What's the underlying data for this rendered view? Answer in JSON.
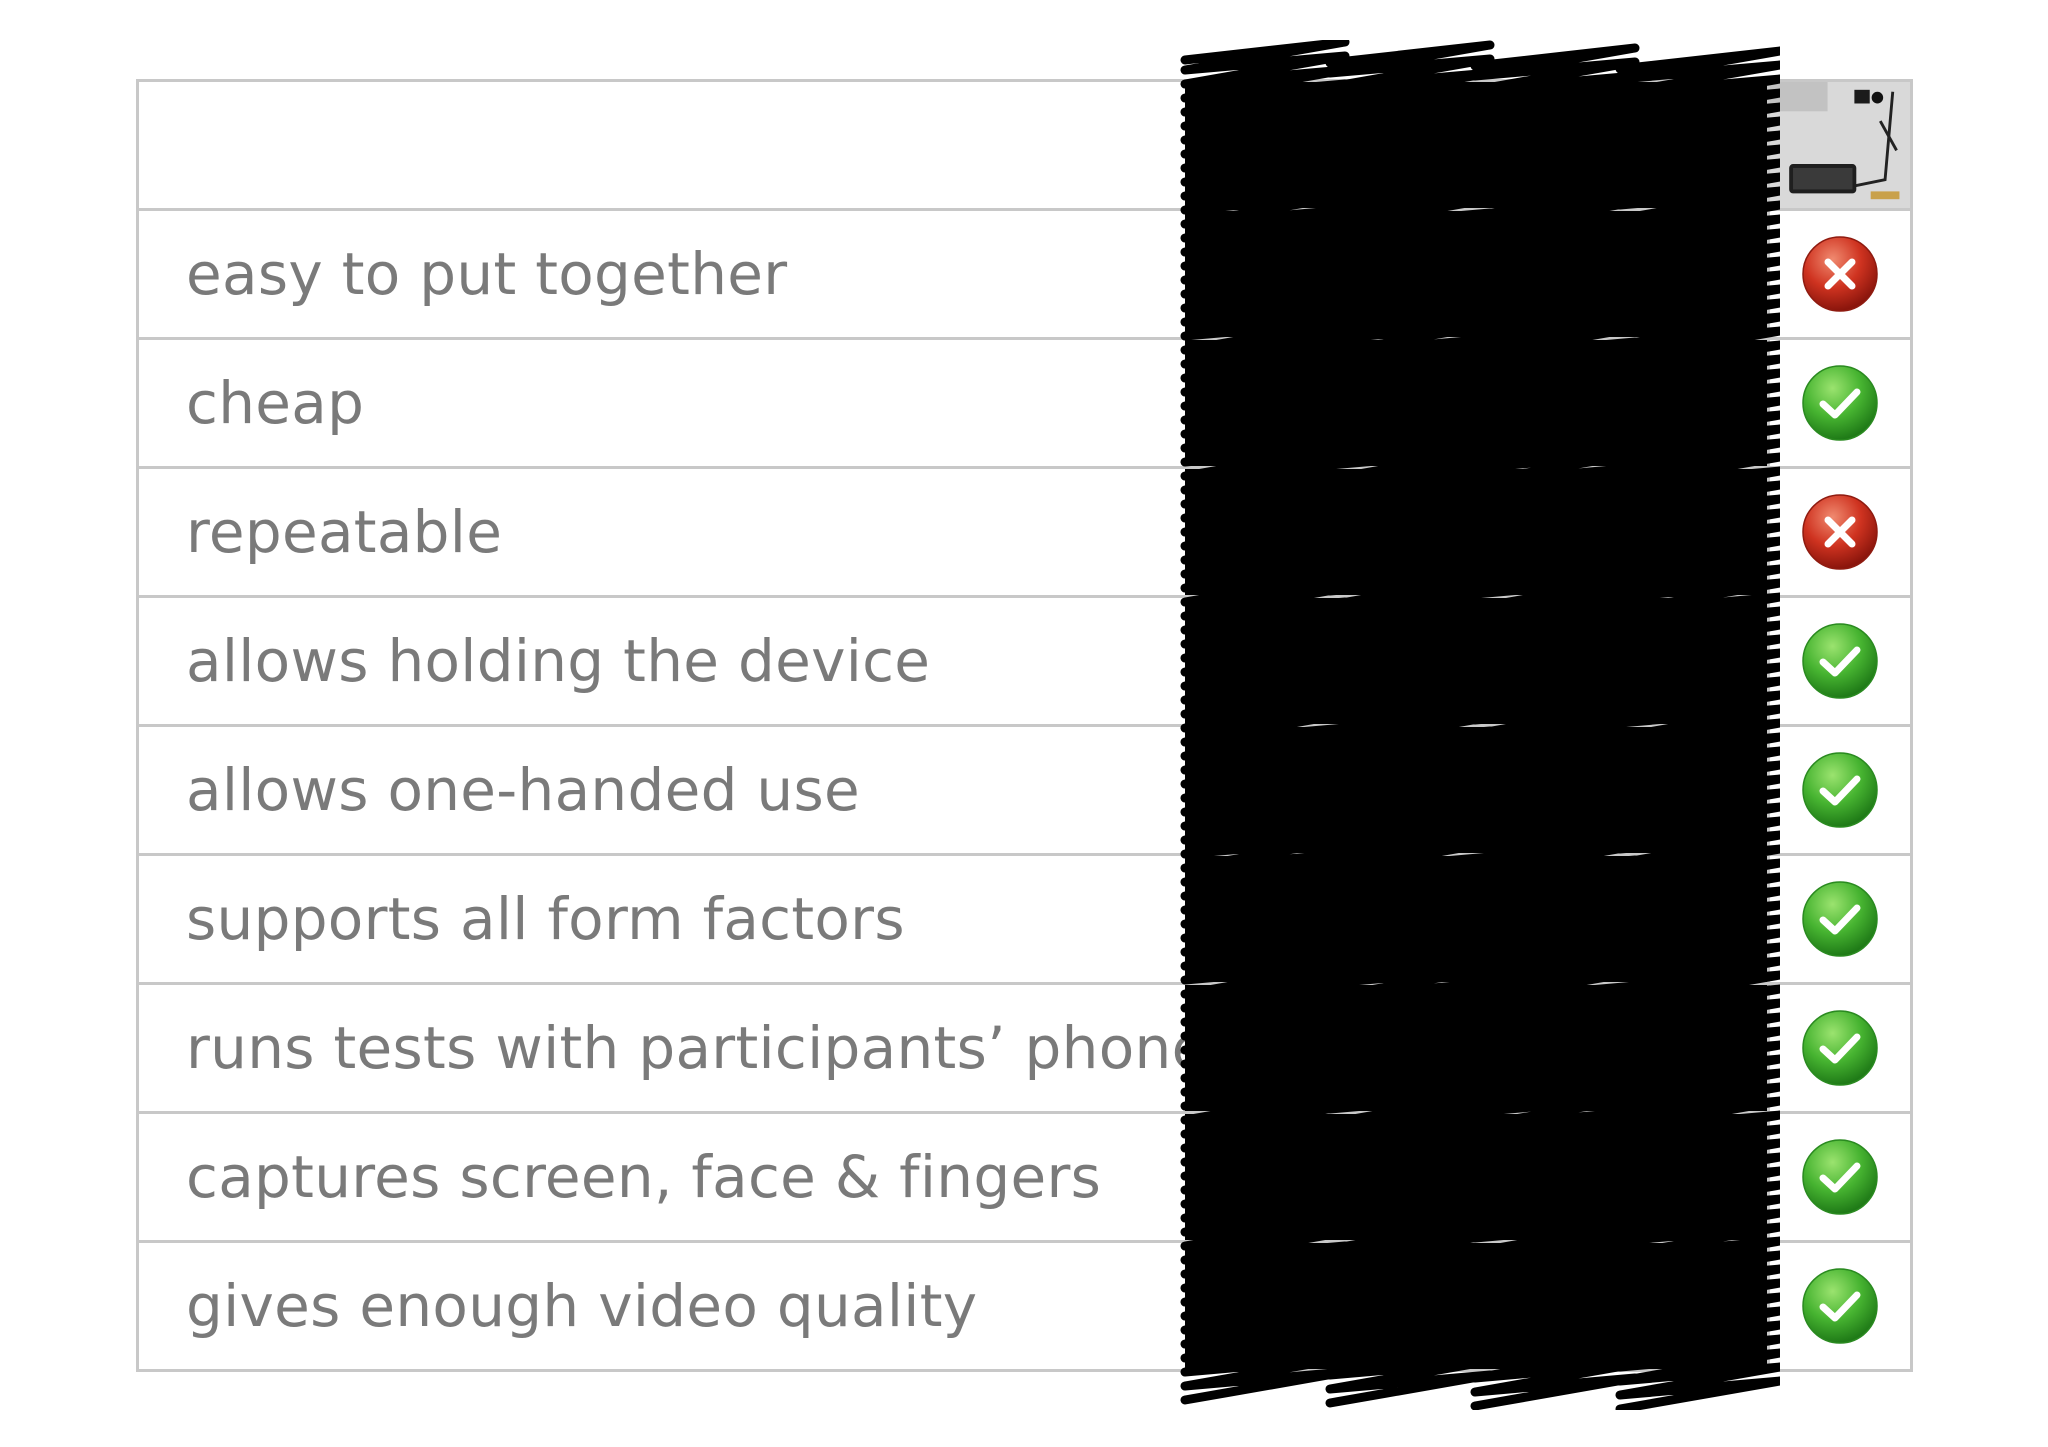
{
  "table": {
    "rows": [
      {
        "label": "",
        "status": "photo",
        "icon": "device-photo"
      },
      {
        "label": "easy to put together",
        "status": "cross",
        "icon": "red-cross-icon"
      },
      {
        "label": "cheap",
        "status": "check",
        "icon": "green-check-icon"
      },
      {
        "label": "repeatable",
        "status": "cross",
        "icon": "red-cross-icon"
      },
      {
        "label": "allows holding the device",
        "status": "check",
        "icon": "green-check-icon"
      },
      {
        "label": "allows one-handed use",
        "status": "check",
        "icon": "green-check-icon"
      },
      {
        "label": "supports all form factors",
        "status": "check",
        "icon": "green-check-icon"
      },
      {
        "label": "runs tests with participants’ phones",
        "status": "check",
        "icon": "green-check-icon"
      },
      {
        "label": "captures screen, face & fingers",
        "status": "check",
        "icon": "green-check-icon"
      },
      {
        "label": "gives enough video quality",
        "status": "check",
        "icon": "green-check-icon"
      }
    ]
  },
  "colors": {
    "label_text": "#7a7a7a",
    "grid_line": "#c8c8c8",
    "check_green": "#3fa92f",
    "cross_red": "#c0261b",
    "redaction": "#000000"
  }
}
